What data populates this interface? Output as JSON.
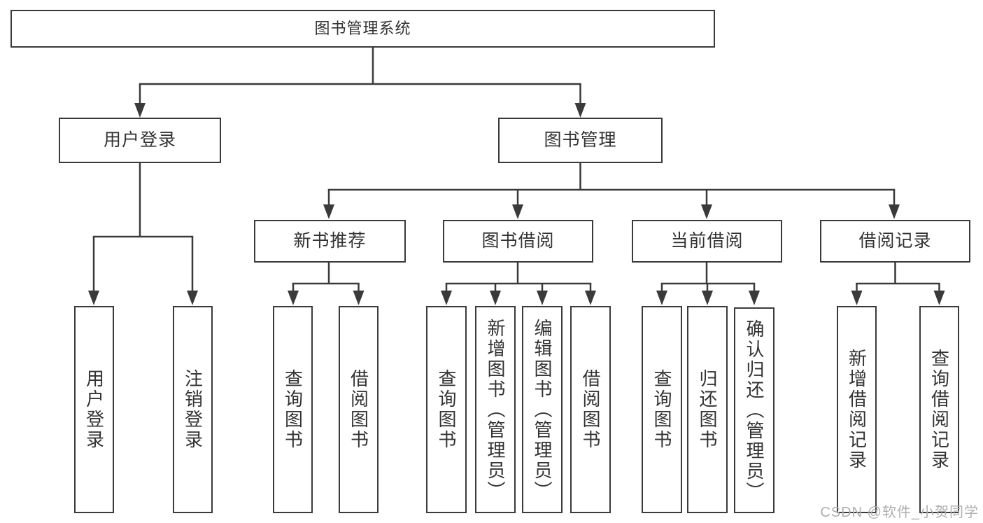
{
  "page": {
    "watermark": "CSDN @软件_小贺同学"
  },
  "colors": {
    "background": "#ffffff",
    "line": "#3a3a3a",
    "box_border": "#3a3a3a",
    "box_background": "#ffffff",
    "text": "#333333",
    "watermark": "#aeaeb4"
  },
  "diagram_type": "hierarchy-tree",
  "tree": {
    "root": {
      "label": "图书管理系统",
      "children": [
        {
          "label": "用户登录",
          "children": [
            {
              "label": "用户登录"
            },
            {
              "label": "注销登录"
            }
          ]
        },
        {
          "label": "图书管理",
          "children": [
            {
              "label": "新书推荐",
              "children": [
                {
                  "label": "查询图书"
                },
                {
                  "label": "借阅图书"
                }
              ]
            },
            {
              "label": "图书借阅",
              "children": [
                {
                  "label": "查询图书"
                },
                {
                  "label": "新增图书（管理员）"
                },
                {
                  "label": "编辑图书（管理员）"
                },
                {
                  "label": "借阅图书"
                }
              ]
            },
            {
              "label": "当前借阅",
              "children": [
                {
                  "label": "查询图书"
                },
                {
                  "label": "归还图书"
                },
                {
                  "label": "确认归还（管理员）"
                }
              ]
            },
            {
              "label": "借阅记录",
              "children": [
                {
                  "label": "新增借阅记录"
                },
                {
                  "label": "查询借阅记录"
                }
              ]
            }
          ]
        }
      ]
    }
  }
}
